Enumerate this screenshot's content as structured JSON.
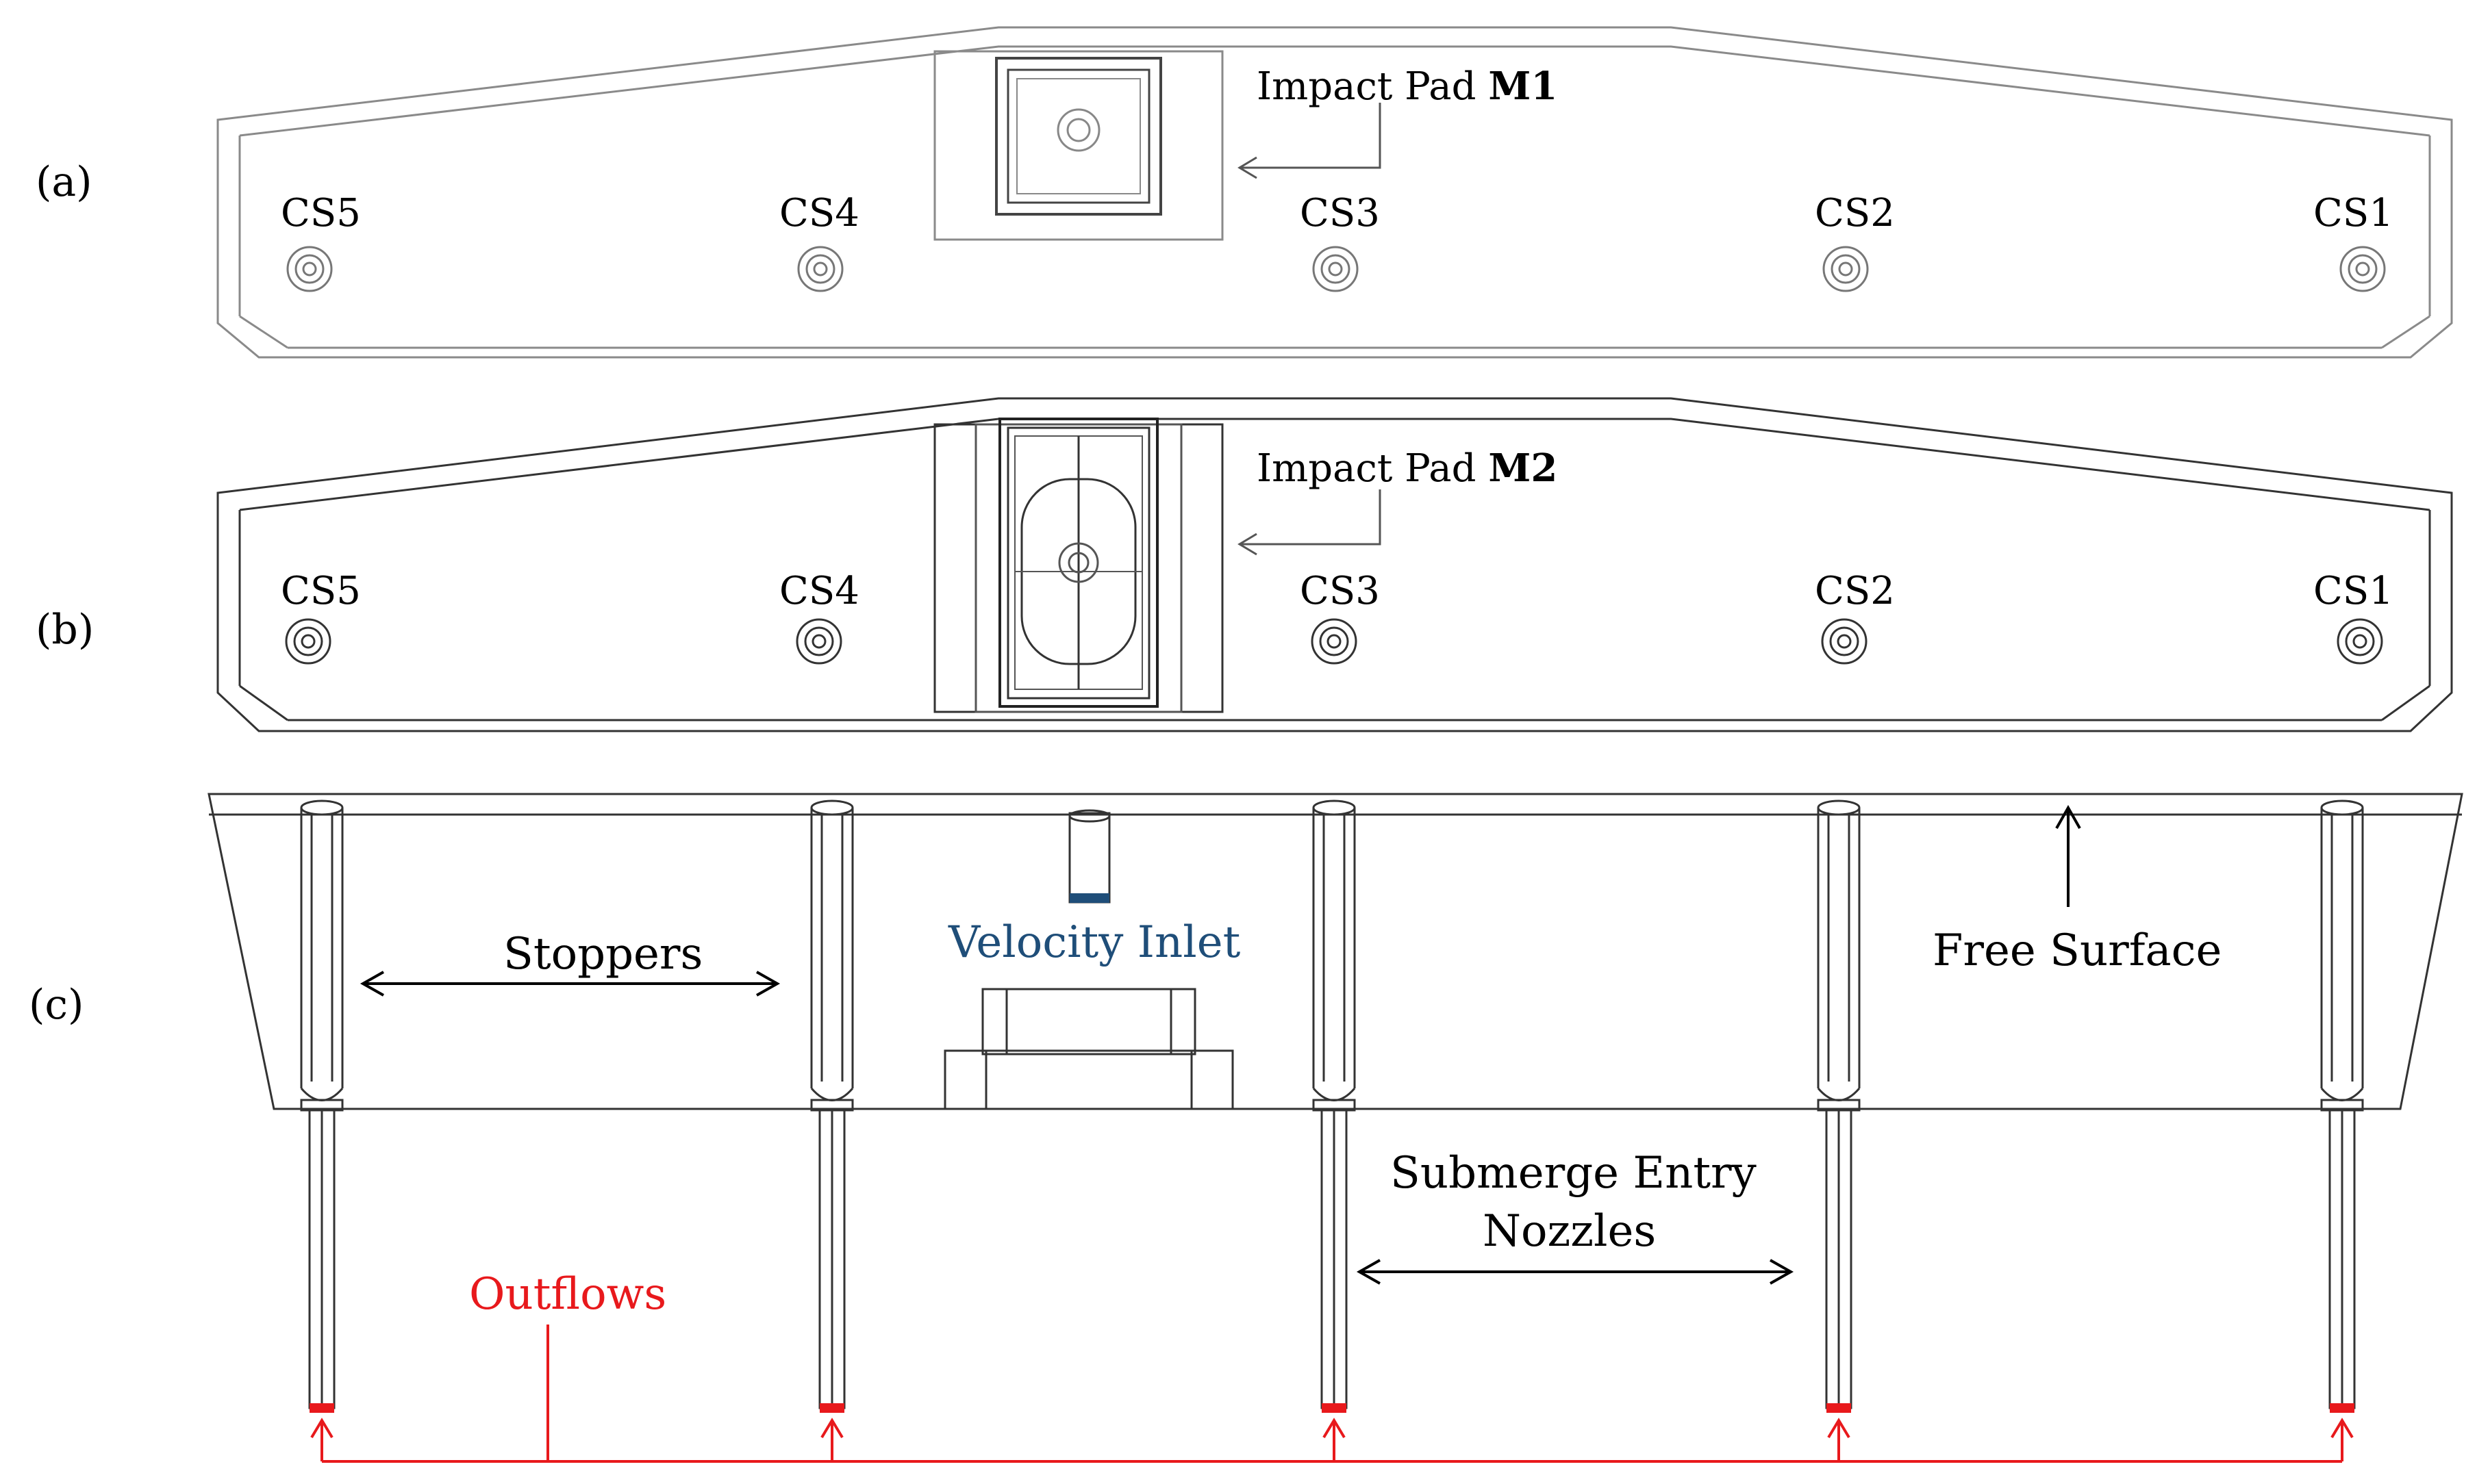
{
  "panels": [
    {
      "id": "a",
      "letter": "(a)",
      "pad_label_prefix": "Impact Pad ",
      "pad_label_bold": "M1",
      "sensors": [
        "CS5",
        "CS4",
        "CS3",
        "CS2",
        "CS1"
      ]
    },
    {
      "id": "b",
      "letter": "(b)",
      "pad_label_prefix": "Impact Pad ",
      "pad_label_bold": "M2",
      "sensors": [
        "CS5",
        "CS4",
        "CS3",
        "CS2",
        "CS1"
      ]
    }
  ],
  "panel_c": {
    "letter": "(c)",
    "stoppers_label": "Stoppers",
    "velocity_inlet_label": "Velocity Inlet",
    "free_surface_label": "Free Surface",
    "sen_label_line1": "Submerge Entry",
    "sen_label_line2": "Nozzles",
    "outflows_label": "Outflows"
  },
  "colors": {
    "outline": "#8a8a8a",
    "outline_dark": "#333333",
    "velocity_inlet": "#1f4e79",
    "outflow": "#e8191c",
    "text": "#000000"
  }
}
